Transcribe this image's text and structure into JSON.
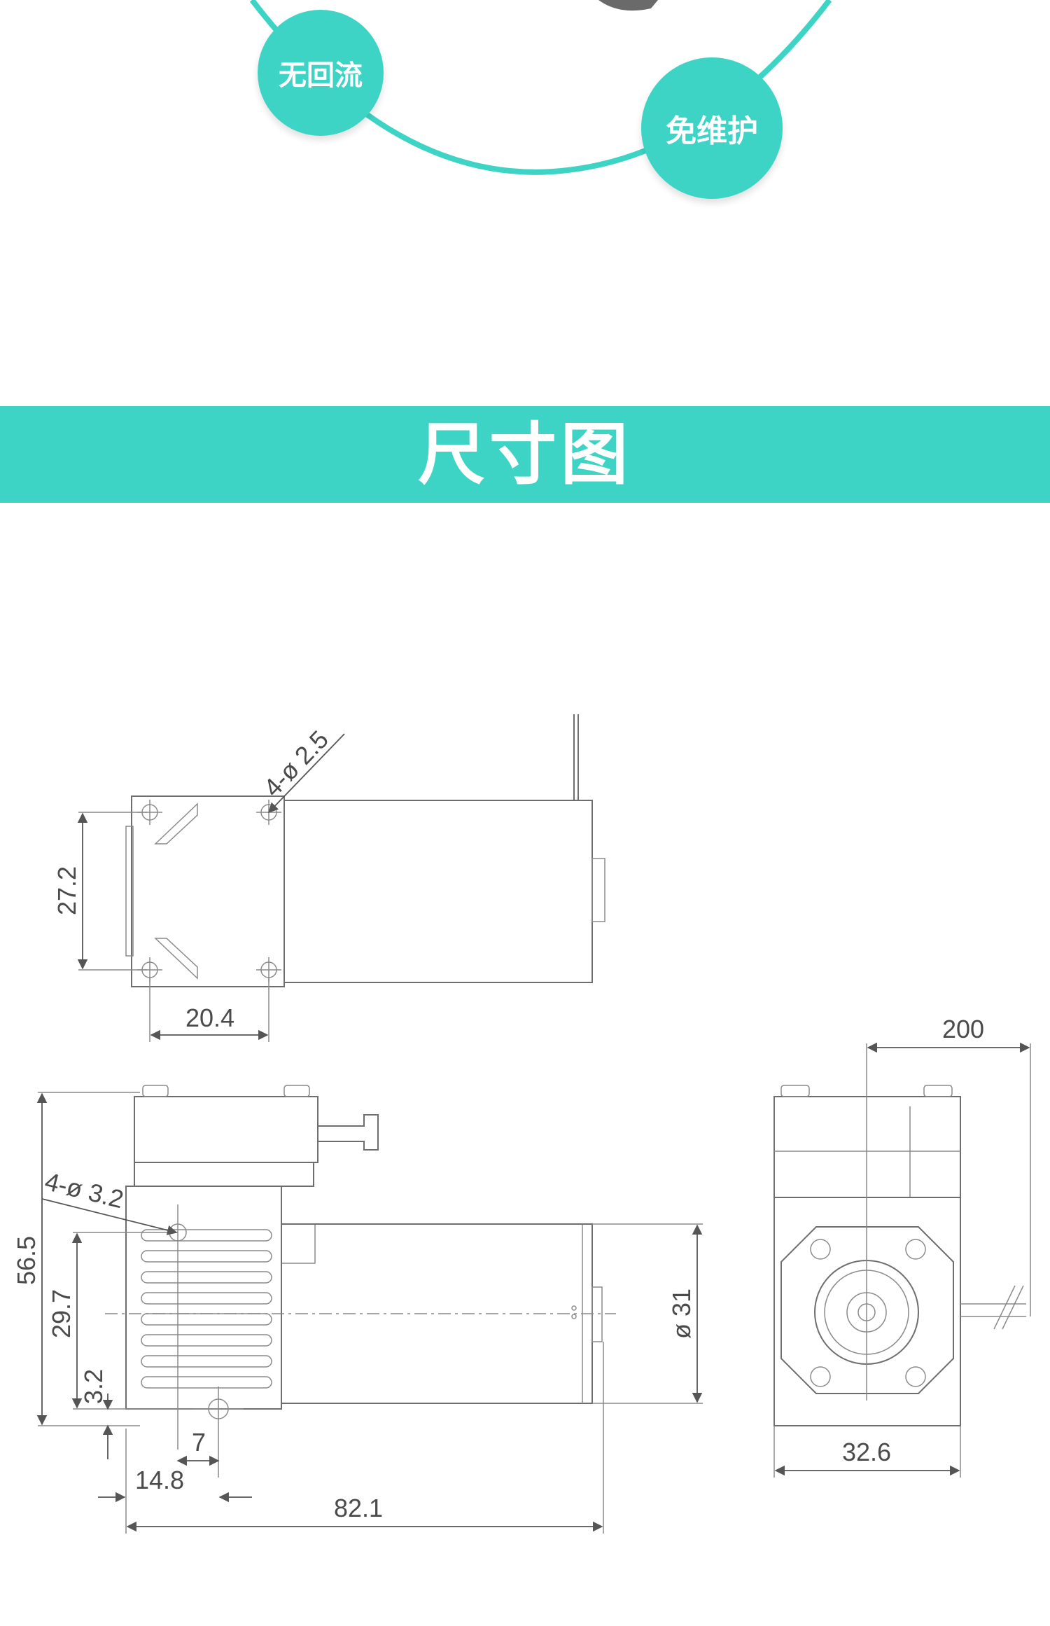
{
  "features": {
    "left": "无回流",
    "right": "免维护"
  },
  "section": {
    "title": "尺寸图"
  },
  "dimensions": {
    "top_view": {
      "height": "27.2",
      "width": "20.4",
      "holes": "4-ø 2.5"
    },
    "side_view": {
      "total_height": "56.5",
      "hole_spacing": "29.7",
      "hole_offset": "3.2",
      "hole_x": "7",
      "hole_span": "14.8",
      "overall_length": "82.1",
      "holes": "4-ø 3.2",
      "motor_dia": "ø 31"
    },
    "end_view": {
      "cable_length": "200",
      "width": "32.6"
    }
  },
  "colors": {
    "accent": "#3dd4c6",
    "line": "#6d6d6d"
  }
}
